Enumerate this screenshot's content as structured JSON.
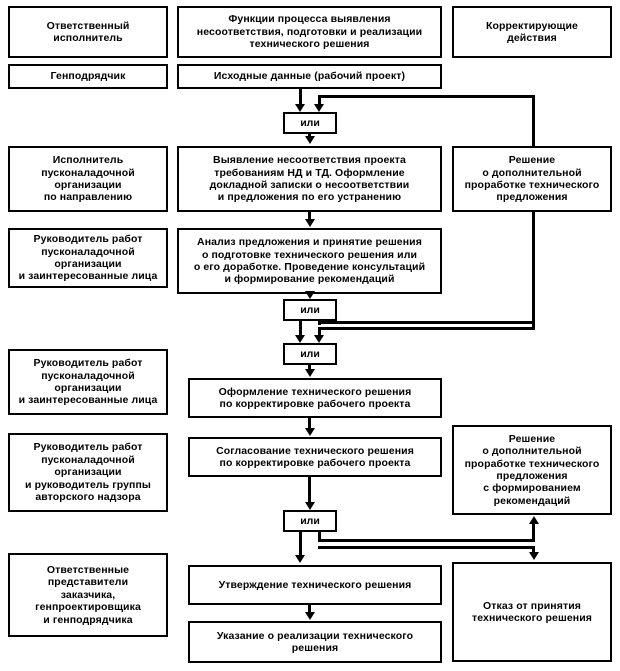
{
  "diagram": {
    "title": "Функции процесса выявления несоответствия, подготовки и реализации технического решения",
    "columns": {
      "left_header": "Ответственный\nисполнитель",
      "center_header": "Функции процесса выявления\nнесоответствия, подготовки и реализации\nтехнического решения",
      "right_header": "Корректирующие\nдействия"
    },
    "left_column": [
      {
        "id": "resp-executor",
        "label": "Ответственный\nисполнитель"
      },
      {
        "id": "gencontractor",
        "label": "Генподрядчик"
      },
      {
        "id": "executor-commissioning",
        "label": "Исполнитель\nпусконаладочной\nорганизации\nпо направлению"
      },
      {
        "id": "head-of-works-1",
        "label": "Руководитель работ\nпусконаладочной\nорганизации\nи заинтересованные лица"
      },
      {
        "id": "head-of-works-2",
        "label": "Руководитель работ\nпусконаладочной\nорганизации\nи заинтересованные лица"
      },
      {
        "id": "head-of-works-3",
        "label": "Руководитель работ\nпусконаладочной\nорганизации\nи руководитель группы\nавторского надзора"
      },
      {
        "id": "responsible-reps",
        "label": "Ответственные\nпредставители\nзаказчика,\nгенпроектировщика\nи генподрядчика"
      }
    ],
    "center_column": [
      {
        "id": "process-functions",
        "label": "Функции процесса выявления\nнесоответствия, подготовки и реализации\nтехнического решения"
      },
      {
        "id": "initial-data",
        "label": "Исходные данные (рабочий проект)"
      },
      {
        "id": "detect-nonconformity",
        "label": "Выявление несоответствия проекта\nтребованиям НД и ТД. Оформление\nдокладной записки о несоответствии\nи предложения по его устранению"
      },
      {
        "id": "analysis-decision",
        "label": "Анализ предложения и принятие решения\nо подготовке технического решения или\nо его доработке. Проведение консультаций\nи формирование рекомендаций"
      },
      {
        "id": "draft-tech-decision",
        "label": "Оформление технического решения\nпо корректировке рабочего проекта"
      },
      {
        "id": "approve-tech-decision",
        "label": "Согласование технического решения\nпо корректировке рабочего проекта"
      },
      {
        "id": "confirm-tech-decision",
        "label": "Утверждение технического решения"
      },
      {
        "id": "implementation-order",
        "label": "Указание о реализации технического\nрешения"
      }
    ],
    "right_column": [
      {
        "id": "corrective-actions",
        "label": "Корректирующие\nдействия"
      },
      {
        "id": "decision-additional-1",
        "label": "Решение\nо дополнительной\nпроработке технического\nпредложения"
      },
      {
        "id": "decision-additional-2",
        "label": "Решение\nо дополнительной\nпроработке технического\nпредложения\nс формированием\nрекомендаций"
      },
      {
        "id": "rejection",
        "label": "Отказ от принятия\nтехнического решения"
      }
    ],
    "gateways": [
      {
        "id": "or-gate-1",
        "label": "или"
      },
      {
        "id": "or-gate-2",
        "label": "или"
      },
      {
        "id": "or-gate-3",
        "label": "или"
      },
      {
        "id": "or-gate-4",
        "label": "или"
      }
    ],
    "colors": {
      "stroke": "#000000",
      "fill": "#ffffff",
      "text": "#000000"
    }
  }
}
